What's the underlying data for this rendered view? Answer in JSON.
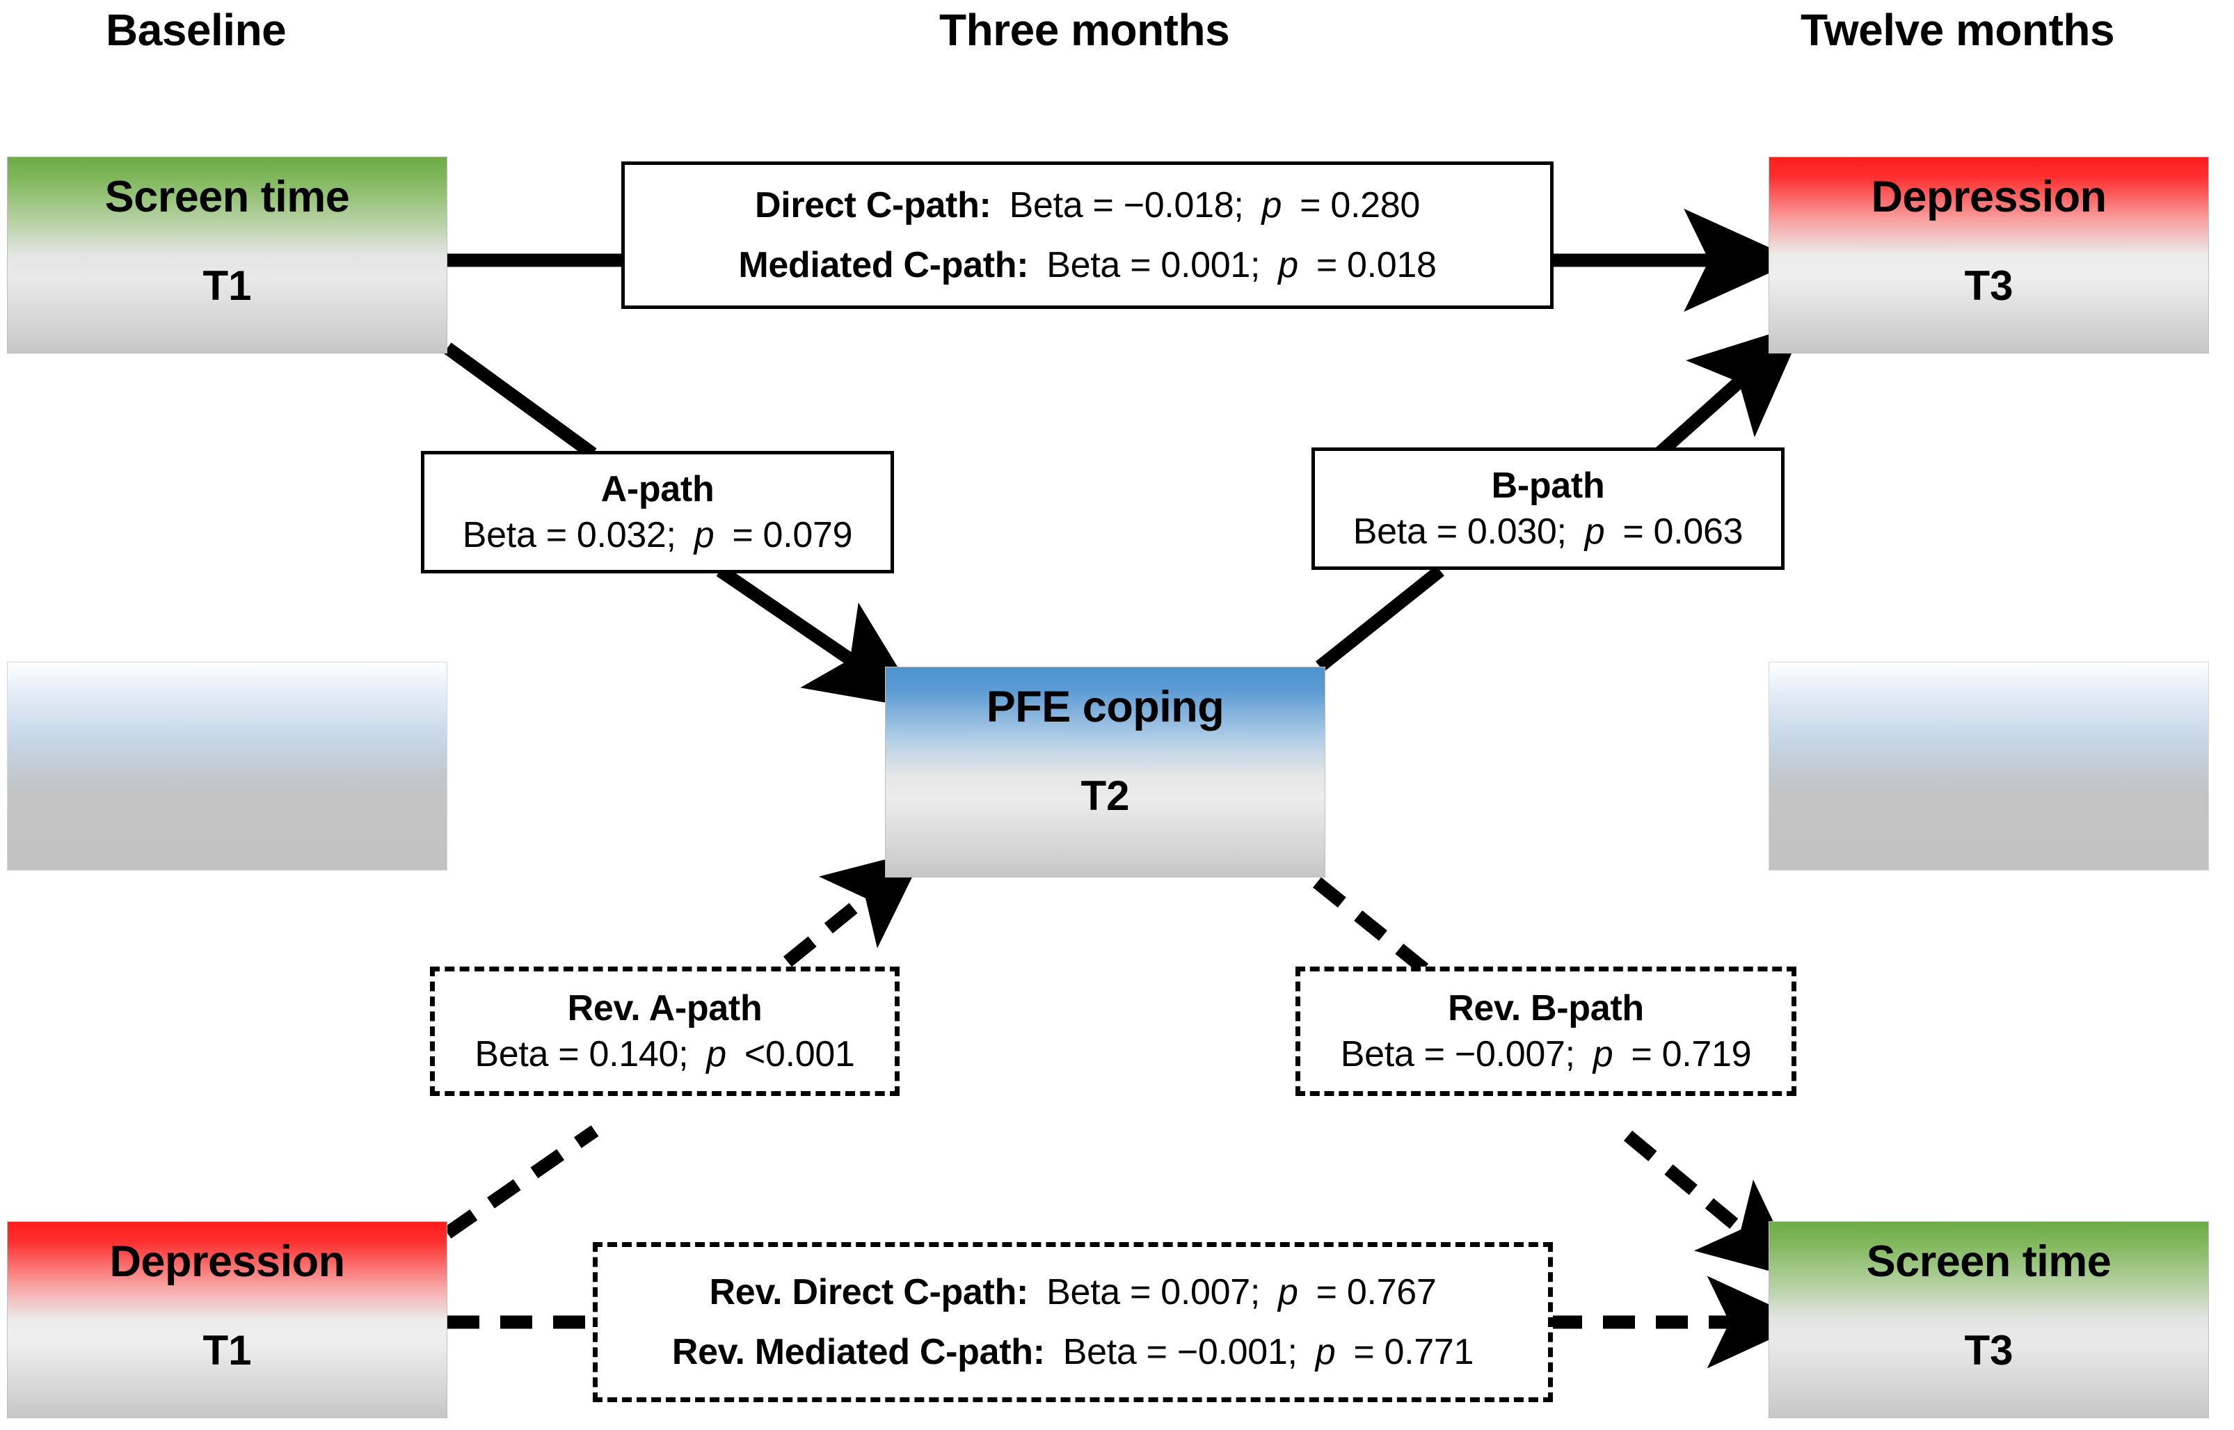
{
  "figure": {
    "type": "path-diagram",
    "description": "Cross-lagged mediation path diagram of screen time, PFE coping and depression"
  },
  "columns": [
    {
      "id": "baseline",
      "label": "Baseline"
    },
    {
      "id": "three-months",
      "label": "Three months"
    },
    {
      "id": "twelve-months",
      "label": "Twelve months"
    }
  ],
  "nodes": [
    {
      "id": "screen-time-t1",
      "title": "Screen time",
      "time": "T1",
      "color": "#6cac46",
      "style": "green"
    },
    {
      "id": "depression-t3",
      "title": "Depression",
      "time": "T3",
      "color": "#fe1d1d",
      "style": "red"
    },
    {
      "id": "pfe-coping-t2",
      "title": "PFE coping",
      "time": "T2",
      "color": "#4d93d0",
      "style": "blue"
    },
    {
      "id": "depression-t1",
      "title": "Depression",
      "time": "T1",
      "color": "#fe1d1d",
      "style": "red"
    },
    {
      "id": "screen-time-t3",
      "title": "Screen time",
      "time": "T3",
      "color": "#6cac46",
      "style": "green"
    },
    {
      "id": "ghost-left",
      "title": "",
      "time": "",
      "color": "#c8d8e9",
      "style": "ghost"
    },
    {
      "id": "ghost-right",
      "title": "",
      "time": "",
      "color": "#c8d8e9",
      "style": "ghost"
    }
  ],
  "paths": {
    "c_path": {
      "id": "c-path-box",
      "border": "solid",
      "rows": [
        {
          "label": "Direct C-path:",
          "beta": "Beta = −0.018;",
          "p_prefix": "p",
          "p_value": "= 0.280"
        },
        {
          "label": "Mediated C-path:",
          "beta": "Beta = 0.001;",
          "p_prefix": "p",
          "p_value": "= 0.018"
        }
      ]
    },
    "a_path": {
      "id": "a-path-box",
      "border": "solid",
      "title": "A-path",
      "beta": "Beta = 0.032;",
      "p_prefix": "p",
      "p_value": "= 0.079"
    },
    "b_path": {
      "id": "b-path-box",
      "border": "solid",
      "title": "B-path",
      "beta": "Beta = 0.030;",
      "p_prefix": "p",
      "p_value": "= 0.063"
    },
    "rev_a_path": {
      "id": "rev-a-path-box",
      "border": "dashed",
      "title": "Rev. A-path",
      "beta": "Beta = 0.140;",
      "p_prefix": "p",
      "p_value": "<0.001"
    },
    "rev_b_path": {
      "id": "rev-b-path-box",
      "border": "dashed",
      "title": "Rev. B-path",
      "beta": "Beta = −0.007;",
      "p_prefix": "p",
      "p_value": "= 0.719"
    },
    "rev_c_path": {
      "id": "rev-c-path-box",
      "border": "dashed",
      "rows": [
        {
          "label": "Rev. Direct C-path:",
          "beta": "Beta = 0.007;",
          "p_prefix": "p",
          "p_value": "= 0.767"
        },
        {
          "label": "Rev. Mediated C-path:",
          "beta": "Beta = −0.001;",
          "p_prefix": "p",
          "p_value": "= 0.771"
        }
      ]
    }
  },
  "legend_style": {
    "solid_line_meaning": "forward model",
    "dashed_line_meaning": "reversed model",
    "arrow_color": "#000000"
  }
}
